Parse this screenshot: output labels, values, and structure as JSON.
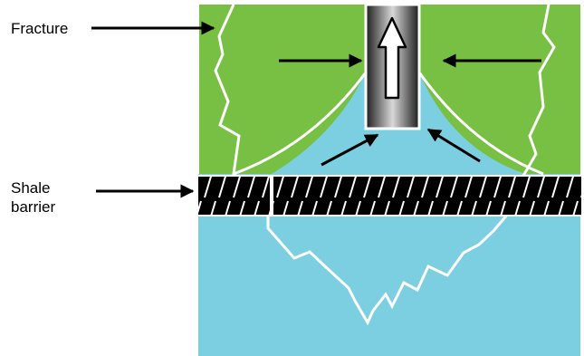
{
  "labels": {
    "fracture": "Fracture",
    "shale_line1": "Shale",
    "shale_line2": "barrier"
  },
  "colors": {
    "water": "#7ccfe0",
    "oil_zone": "#78c043",
    "fracture_line": "#ffffff",
    "shale": "#000000",
    "arrow": "#000000",
    "wellbore_dark": "#222222",
    "wellbore_light": "#d6d6d6"
  }
}
